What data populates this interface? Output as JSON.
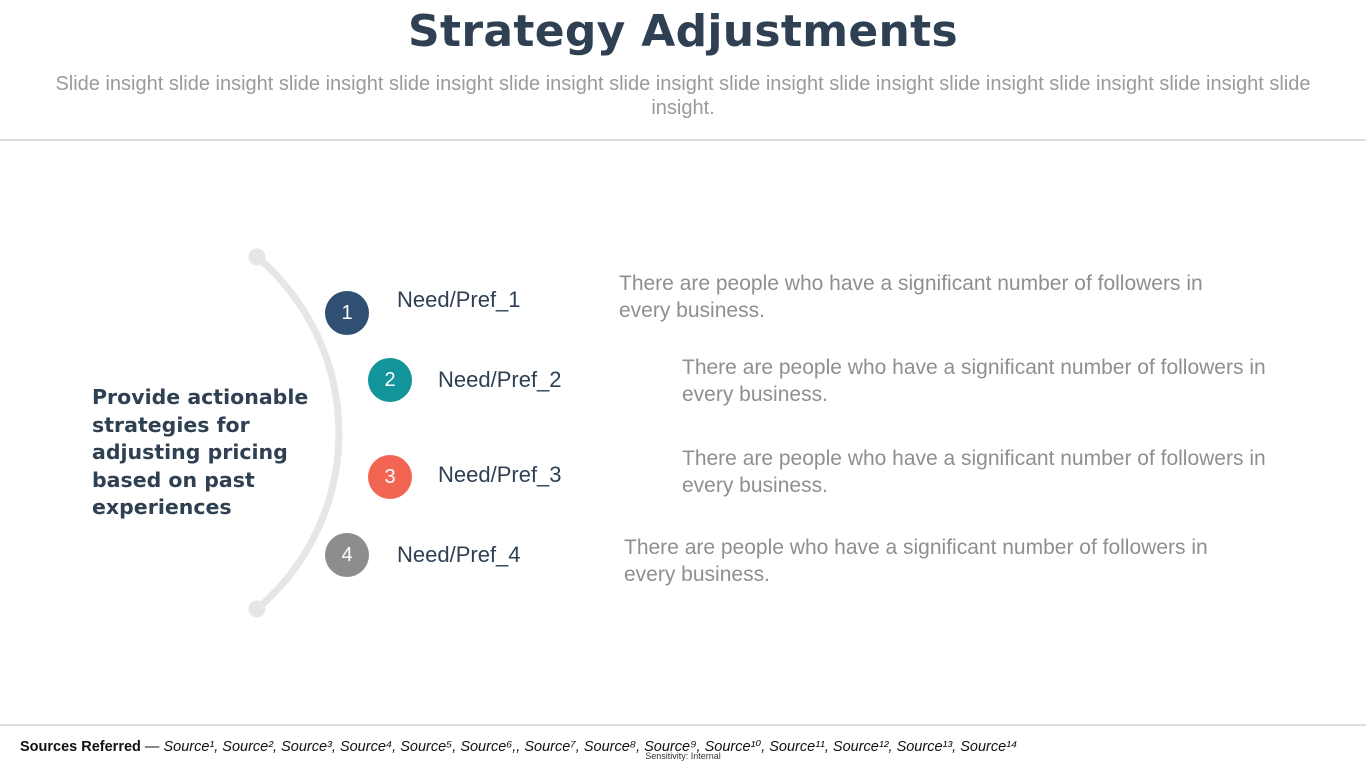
{
  "slide": {
    "title": "Strategy Adjustments",
    "subtitle": "Slide insight slide insight slide insight slide insight slide insight slide insight slide insight slide insight slide insight slide insight slide insight slide insight.",
    "lead": "Provide actionable strategies for adjusting pricing based on past experiences",
    "colors": {
      "title": "#2f4053",
      "step_1": "#2f4f73",
      "step_2": "#14959c",
      "step_3": "#f26552",
      "step_4": "#8d8d8f",
      "arc": "#e6e6e6"
    },
    "items": [
      {
        "number": "1",
        "label": "Need/Pref_1",
        "text": "There are people who have a significant number of followers in every business."
      },
      {
        "number": "2",
        "label": "Need/Pref_2",
        "text": "There are people who have a significant number of followers in every business."
      },
      {
        "number": "3",
        "label": "Need/Pref_3",
        "text": "There are people who have a significant number of followers in every business."
      },
      {
        "number": "4",
        "label": "Need/Pref_4",
        "text": "There are people who have a significant number of followers in every business."
      }
    ]
  },
  "footer": {
    "sources_label": "Sources Referred",
    "sources_dash": " — ",
    "sources_list": "Source¹, Source², Source³, Source⁴, Source⁵, Source⁶,, Source⁷, Source⁸, Source⁹, Source¹⁰, Source¹¹, Source¹², Source¹³, Source¹⁴",
    "sensitivity": "Sensitivity: Internal"
  }
}
